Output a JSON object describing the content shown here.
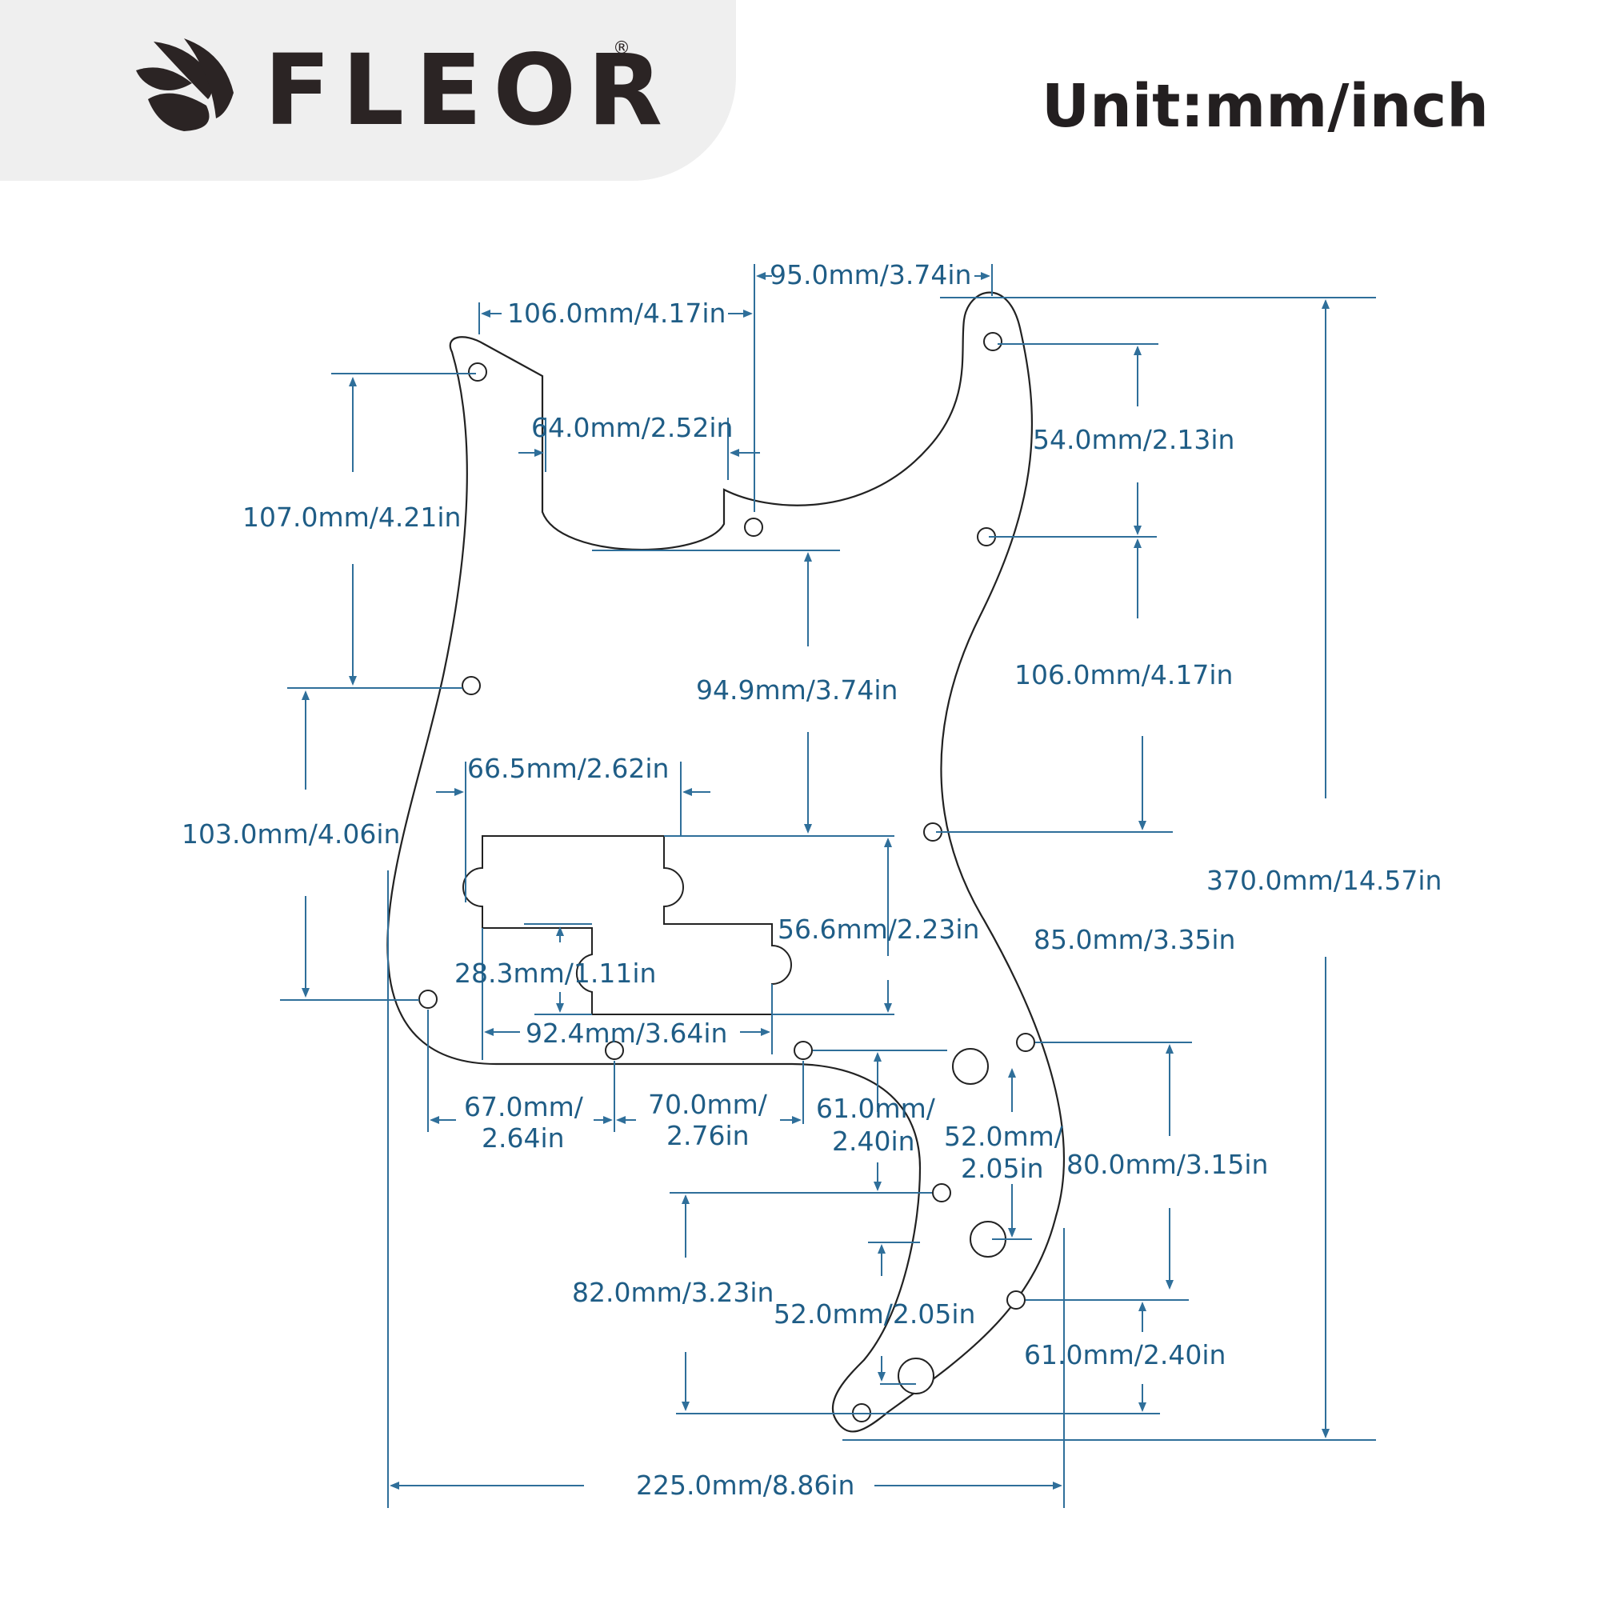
{
  "brand": {
    "name": "FLEOR",
    "registered_mark": "®",
    "logo_icon": "leaf-logo-icon"
  },
  "unit_label": "Unit:mm/inch",
  "colors": {
    "dimension": "#2f6f9a",
    "dimension_text": "#1f5d86",
    "outline": "#222222",
    "header_bg": "#efefef",
    "brand": "#2b2424"
  },
  "dimensions": {
    "top_left_width": "106.0mm/4.17in",
    "top_right_width": "95.0mm/3.74in",
    "cavity_width": "64.0mm/2.52in",
    "left_upper_height": "107.0mm/4.21in",
    "right_upper_height": "54.0mm/2.13in",
    "cavity_depth": "94.9mm/3.74in",
    "right_mid_height": "106.0mm/4.17in",
    "pickup_top_width": "66.5mm/2.62in",
    "left_mid_height": "103.0mm/4.06in",
    "total_height": "370.0mm/14.57in",
    "pickup_height": "56.6mm/2.23in",
    "right_lower_height": "85.0mm/3.35in",
    "pickup_step": "28.3mm/1.11in",
    "pickup_total_width": "92.4mm/3.64in",
    "hole_spacing_1": [
      "67.0mm/",
      "2.64in"
    ],
    "hole_spacing_2": [
      "70.0mm/",
      "2.76in"
    ],
    "hole_spacing_3": [
      "61.0mm/",
      "2.40in"
    ],
    "knob_spacing_1": [
      "52.0mm/",
      "2.05in"
    ],
    "right_bottom_height": "80.0mm/3.15in",
    "lower_left_height": "82.0mm/3.23in",
    "knob_spacing_2": "52.0mm/2.05in",
    "bottom_right_height": "61.0mm/2.40in",
    "total_width": "225.0mm/8.86in"
  }
}
